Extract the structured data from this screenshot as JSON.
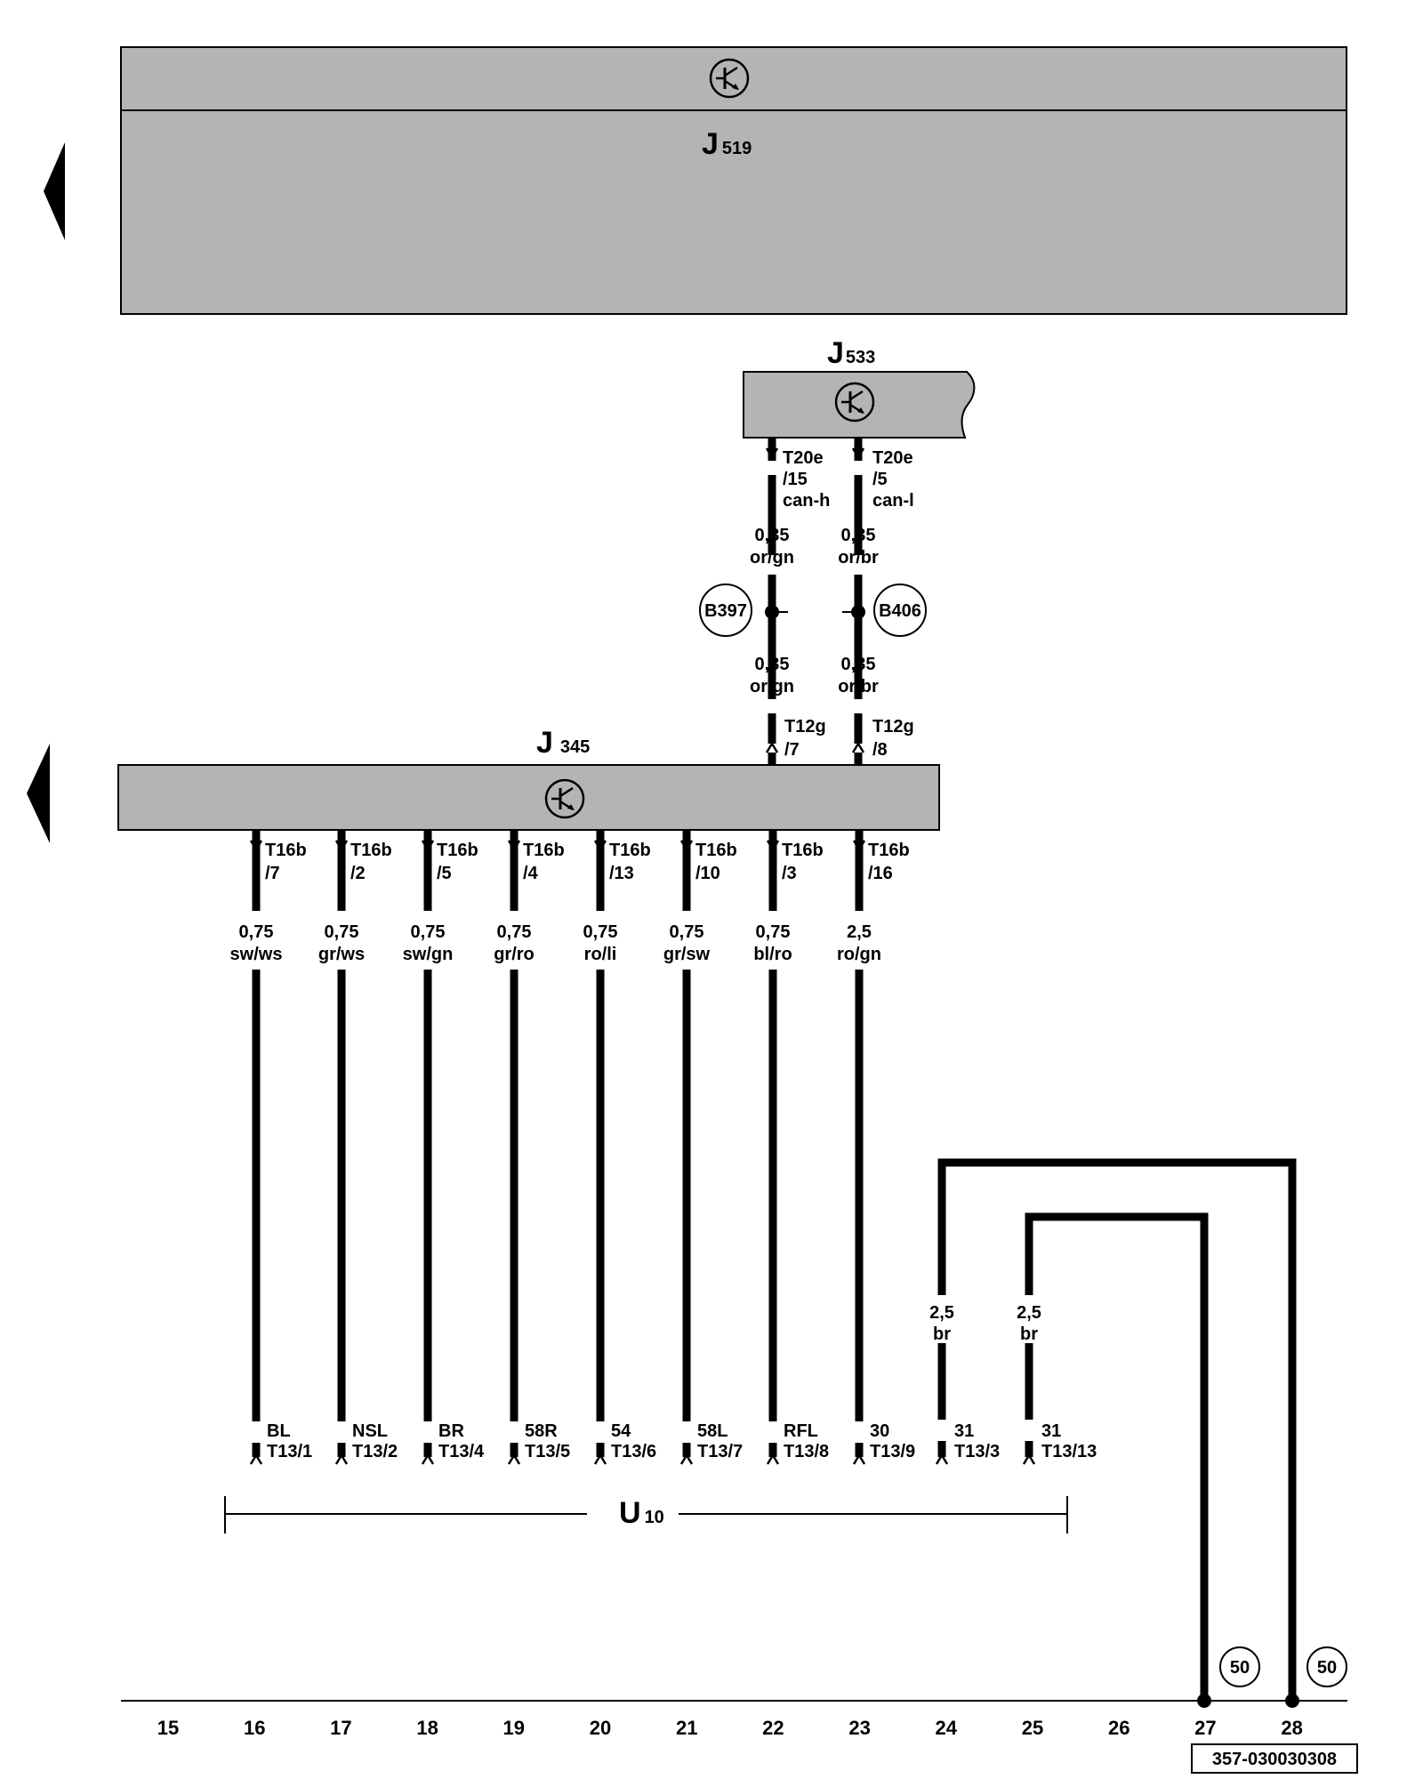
{
  "units": {
    "top": {
      "name": "J",
      "sub": "519"
    },
    "gateway": {
      "name": "J",
      "sub": "533"
    },
    "mid": {
      "name": "J",
      "sub": "345"
    },
    "bottom": {
      "name": "U",
      "sub": "10"
    }
  },
  "can_wires": [
    {
      "conn1": "T20e",
      "conn2": "/15",
      "signal": "can-h",
      "gauge": "0,35",
      "color": "or/gn",
      "splice": "B397",
      "conn_lo1": "T12g",
      "conn_lo2": "/7"
    },
    {
      "conn1": "T20e",
      "conn2": "/5",
      "signal": "can-l",
      "gauge": "0,35",
      "color": "or/br",
      "splice": "B406",
      "conn_lo1": "T12g",
      "conn_lo2": "/8"
    }
  ],
  "wires": [
    {
      "pin1": "T16b",
      "pin2": "/7",
      "gauge": "0,75",
      "color": "sw/ws",
      "term": "BL",
      "conn": "T13/1"
    },
    {
      "pin1": "T16b",
      "pin2": "/2",
      "gauge": "0,75",
      "color": "gr/ws",
      "term": "NSL",
      "conn": "T13/2"
    },
    {
      "pin1": "T16b",
      "pin2": "/5",
      "gauge": "0,75",
      "color": "sw/gn",
      "term": "BR",
      "conn": "T13/4"
    },
    {
      "pin1": "T16b",
      "pin2": "/4",
      "gauge": "0,75",
      "color": "gr/ro",
      "term": "58R",
      "conn": "T13/5"
    },
    {
      "pin1": "T16b",
      "pin2": "/13",
      "gauge": "0,75",
      "color": "ro/li",
      "term": "54",
      "conn": "T13/6"
    },
    {
      "pin1": "T16b",
      "pin2": "/10",
      "gauge": "0,75",
      "color": "gr/sw",
      "term": "58L",
      "conn": "T13/7"
    },
    {
      "pin1": "T16b",
      "pin2": "/3",
      "gauge": "0,75",
      "color": "bl/ro",
      "term": "RFL",
      "conn": "T13/8"
    },
    {
      "pin1": "T16b",
      "pin2": "/16",
      "gauge": "2,5",
      "color": "ro/gn",
      "term": "30",
      "conn": "T13/9"
    }
  ],
  "ground_wires": [
    {
      "gauge": "2,5",
      "color": "br",
      "term": "31",
      "conn": "T13/3"
    },
    {
      "gauge": "2,5",
      "color": "br",
      "term": "31",
      "conn": "T13/13"
    }
  ],
  "ground_refs": [
    "50",
    "50"
  ],
  "columns": [
    "15",
    "16",
    "17",
    "18",
    "19",
    "20",
    "21",
    "22",
    "23",
    "24",
    "25",
    "26",
    "27",
    "28"
  ],
  "doc_id": "357-030030308",
  "colors": {
    "box_fill": "#b4b4b4",
    "line": "#000000",
    "background": "#ffffff"
  }
}
